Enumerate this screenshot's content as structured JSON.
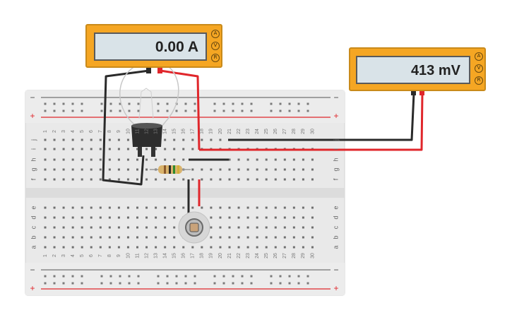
{
  "ammeter": {
    "reading": "0.00 A",
    "knobs": [
      "A",
      "V",
      "R"
    ]
  },
  "voltmeter": {
    "reading": "413 mV",
    "knobs": [
      "A",
      "V",
      "R"
    ]
  },
  "breadboard": {
    "top_rail_signs": [
      "−",
      "+"
    ],
    "bottom_rail_signs": [
      "−",
      "+"
    ],
    "row_letters_top": [
      "j",
      "i",
      "h",
      "g",
      "f"
    ],
    "row_letters_bottom": [
      "e",
      "d",
      "c",
      "b",
      "a"
    ],
    "column_numbers": [
      "1",
      "2",
      "3",
      "4",
      "5",
      "6",
      "7",
      "8",
      "9",
      "10",
      "11",
      "12",
      "13",
      "14",
      "15",
      "16",
      "17",
      "18",
      "19",
      "20",
      "21",
      "22",
      "23",
      "24",
      "25",
      "26",
      "27",
      "28",
      "29",
      "30"
    ]
  },
  "colors": {
    "meter_body": "#f5a623",
    "wire_red": "#e0262b",
    "wire_black": "#2a2a2a",
    "breadboard": "#e9e9e9"
  }
}
